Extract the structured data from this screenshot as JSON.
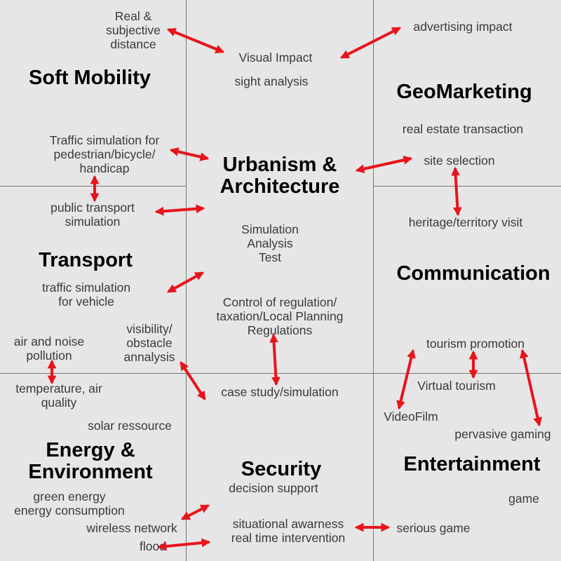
{
  "colors": {
    "background": "#e6e6e6",
    "grid_line": "#777777",
    "heading": "#000000",
    "label": "#3a3a3a",
    "arrow": "#e8141b"
  },
  "headings": {
    "soft_mobility": "Soft Mobility",
    "geomarketing": "GeoMarketing",
    "urbanism": "Urbanism &\nArchitecture",
    "transport": "Transport",
    "communication": "Communication",
    "energy": "Energy &\nEnvironment",
    "security": "Security",
    "entertainment": "Entertainment"
  },
  "labels": {
    "real_distance": "Real &\nsubjective\ndistance",
    "visual_impact": "Visual Impact",
    "sight_analysis": "sight analysis",
    "advertising_impact": "advertising impact",
    "real_estate": "real estate transaction",
    "site_selection": "site selection",
    "traffic_pedestrian": "Traffic simulation for\npedestrian/bicycle/\nhandicap",
    "public_transport": "public transport\nsimulation",
    "heritage_visit": "heritage/territory visit",
    "simulation_analysis": "Simulation\nAnalysis\nTest",
    "traffic_vehicle": "traffic simulation\nfor vehicle",
    "control_regulation": "Control of regulation/\ntaxation/Local Planning\nRegulations",
    "visibility_obstacle": "visibility/\nobstacle\nannalysis",
    "air_noise": "air and noise\npollution",
    "tourism_promotion": "tourism promotion",
    "temperature": "temperature, air\nquality",
    "case_study": "case study/simulation",
    "virtual_tourism": "Virtual tourism",
    "videofilm": "VideoFilm",
    "solar": "solar ressource",
    "pervasive_gaming": "pervasive gaming",
    "decision_support": "decision support",
    "green_energy": "green energy\nenergy consumption",
    "game": "game",
    "wireless": "wireless network",
    "situational": "situational awarness\nreal time intervention",
    "serious_game": "serious game",
    "flood": "flood"
  }
}
